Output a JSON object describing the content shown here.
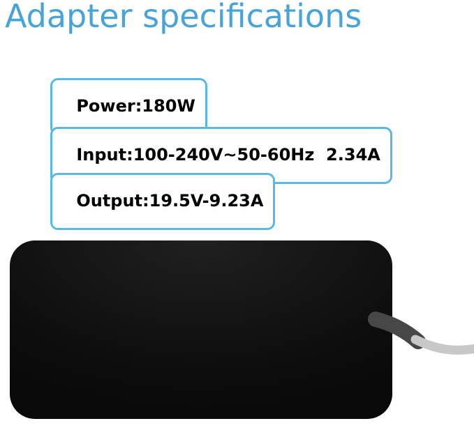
{
  "header": {
    "title": "Adapter specifications"
  },
  "specs": [
    {
      "label": "Power:180W"
    },
    {
      "label": "Input:100-240V~50-60Hz  2.34A"
    },
    {
      "label": "Output:19.5V-9.23A"
    }
  ],
  "colors": {
    "title_blue": "#47A4DA",
    "box_border_blue": "#58B9E8",
    "spec_text": "#000000",
    "adapter_body": "#0C0C0C",
    "cable_cord_gray": "#C8C8C8",
    "cable_strain_relief_gray": "#474747",
    "background": "#FFFFFF"
  }
}
